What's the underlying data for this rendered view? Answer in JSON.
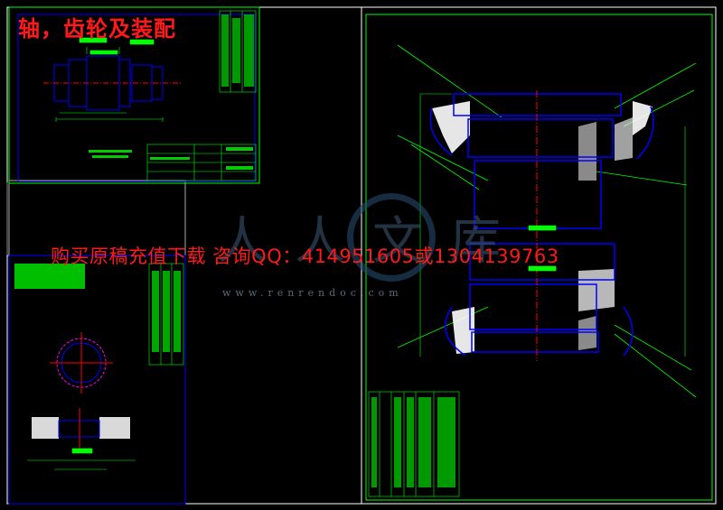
{
  "title": "轴，齿轮及装配",
  "promo": "购买原稿充值下载 咨询QQ：414951605或1304139763",
  "watermark": {
    "logo": "人人文库",
    "url": "www.renrendoc.com"
  },
  "colors": {
    "background": "#000000",
    "frame": "#00ff00",
    "geometry": "#0000ff",
    "centerline": "#ff0000",
    "leader": "#00ff00",
    "text_overlay": "#ff1a1a",
    "hatch": "#ffffff"
  }
}
